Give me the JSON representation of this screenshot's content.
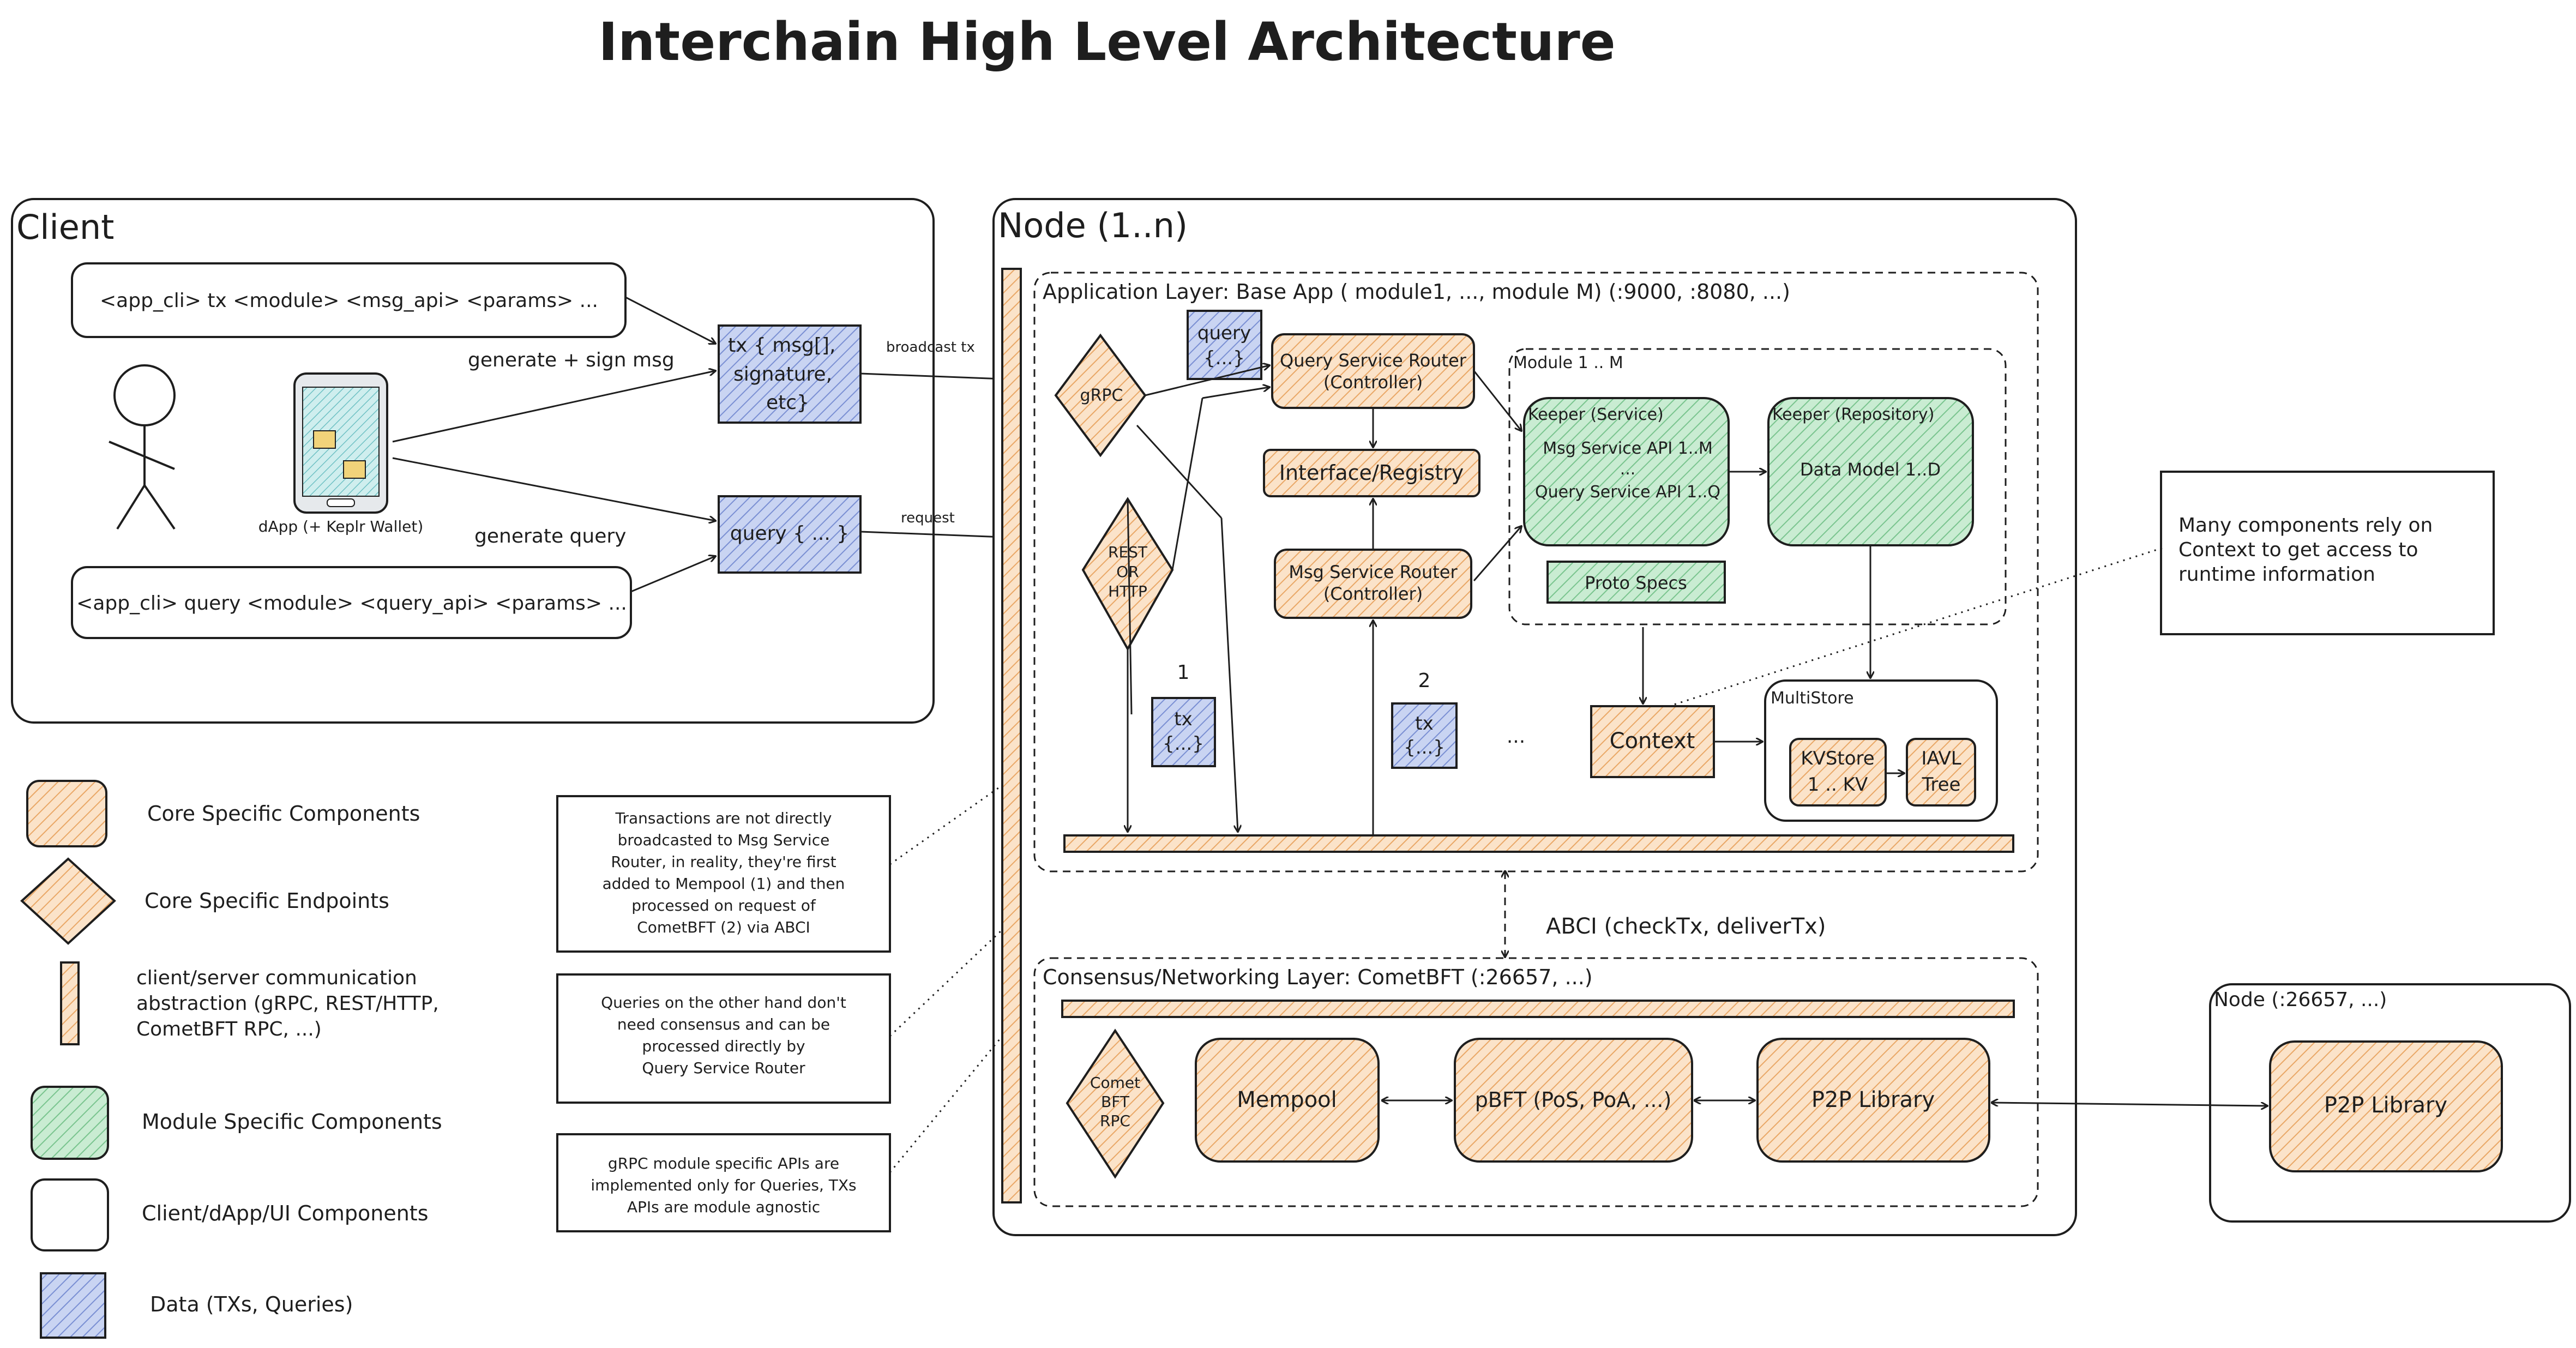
{
  "title": "Interchain High Level Architecture",
  "client": {
    "label": "Client",
    "cli_tx": "<app_cli> tx <module> <msg_api> <params> ...",
    "cli_query": "<app_cli> query <module> <query_api> <params> ...",
    "dapp_label": "dApp (+ Keplr Wallet)",
    "generate_sign": "generate + sign msg",
    "generate_query": "generate query",
    "tx_box": [
      "tx { msg[],",
      "signature,",
      "etc}"
    ],
    "query_box": "query { ... }",
    "broadcast_tx": "broadcast tx",
    "request": "request"
  },
  "node": {
    "label": "Node (1..n)",
    "app_layer": "Application Layer: Base App ( module1, ..., module M) (:9000, :8080, ...)",
    "grpc": "gRPC",
    "rest": [
      "REST",
      "OR",
      "HTTP"
    ],
    "query_data": [
      "query",
      "{...}"
    ],
    "query_router": [
      "Query Service Router",
      "(Controller)"
    ],
    "interface_registry": "Interface/Registry",
    "msg_router": [
      "Msg Service Router",
      "(Controller)"
    ],
    "module_label": "Module 1 .. M",
    "keeper_service": [
      "Keeper (Service)",
      "Msg Service API 1..M",
      "...",
      "Query Service API 1..Q"
    ],
    "keeper_repo": [
      "Keeper (Repository)",
      "Data Model 1..D"
    ],
    "proto_specs": "Proto Specs",
    "step1": "1",
    "step2": "2",
    "tx_data": [
      "tx",
      "{...}"
    ],
    "ellipsis": "...",
    "context": "Context",
    "multistore": "MultiStore",
    "kvstore": [
      "KVStore",
      "1 .. KV"
    ],
    "iavl": [
      "IAVL",
      "Tree"
    ],
    "abci": "ABCI (checkTx, deliverTx)",
    "consensus_layer": "Consensus/Networking Layer: CometBFT (:26657, ...)",
    "comet_rpc": [
      "Comet",
      "BFT",
      "RPC"
    ],
    "mempool": "Mempool",
    "pbft": "pBFT (PoS, PoA, ...)",
    "p2p": "P2P Library"
  },
  "peer_node": {
    "label": "Node (:26657, ...)",
    "p2p": "P2P Library"
  },
  "notes": {
    "context_note": [
      "Many components rely on",
      "Context to get access to",
      "runtime information"
    ],
    "tx_note": [
      "Transactions are not directly",
      "broadcasted to Msg Service",
      "Router, in reality, they're first",
      "added to Mempool (1) and then",
      "processed on request of",
      "CometBFT (2) via ABCI"
    ],
    "query_note": [
      "Queries on the other hand don't",
      "need consensus and can be",
      "processed directly by",
      "Query Service Router"
    ],
    "grpc_note": [
      "gRPC module specific APIs are",
      "implemented only for Queries, TXs",
      "APIs are module agnostic"
    ]
  },
  "legend": {
    "core_components": "Core Specific Components",
    "core_endpoints": "Core Specific Endpoints",
    "comm": [
      "client/server communication",
      "abstraction (gRPC, REST/HTTP,",
      "CometBFT RPC, ...)"
    ],
    "module_components": "Module Specific Components",
    "client_components": "Client/dApp/UI Components",
    "data": "Data (TXs, Queries)"
  },
  "colors": {
    "core": "#f4c89a",
    "module": "#a9dbb5",
    "data": "#a9b9e6",
    "stroke": "#1e1e1e"
  }
}
